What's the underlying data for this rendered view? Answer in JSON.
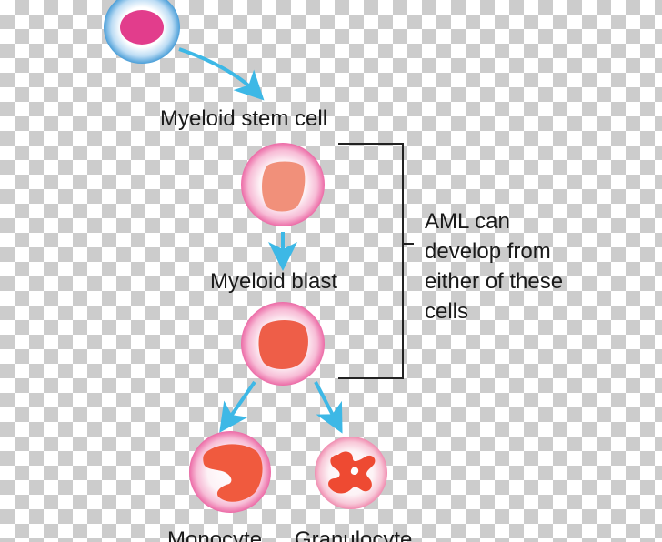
{
  "labels": {
    "stem_cell": "Myeloid stem cell",
    "blast": "Myeloid blast",
    "monocyte": "Monocyte",
    "granulocyte": "Granulocyte"
  },
  "annotation": {
    "lines": [
      "AML can",
      "develop from",
      "either of these",
      "cells"
    ]
  },
  "colors": {
    "arrow": "#3db8e6",
    "bracket": "#222222",
    "stem_cell_outer": "#4a9ed8",
    "stem_cell_nucleus": "#e23d8c",
    "cell_outer": "#ec6aa6",
    "blast1_nucleus": "#f1907a",
    "blast2_nucleus": "#ee5e48",
    "monocyte_nucleus": "#f05a3e",
    "granulocyte_nucleus": "#ee4a32",
    "text": "#1a1a1a"
  }
}
